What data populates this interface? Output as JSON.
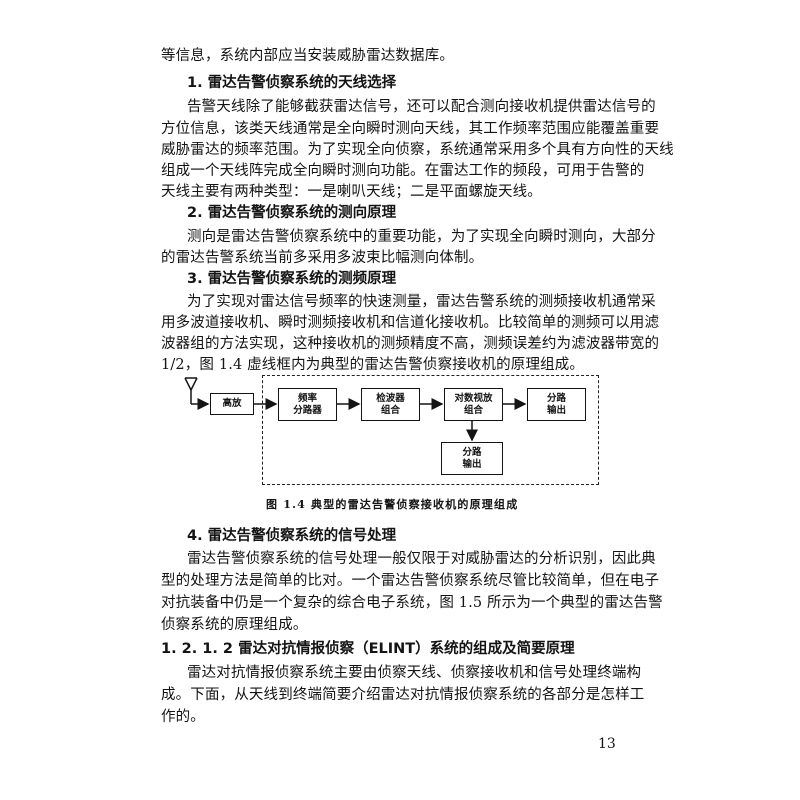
{
  "paragraphs": {
    "p0": [
      "等信息，系统内部应当安装威胁雷达数据库。"
    ],
    "h1": "1. 雷达告警侦察系统的天线选择",
    "p1": [
      "告警天线除了能够截获雷达信号，还可以配合测向接收机提供雷达信号的",
      "方位信息，该类天线通常是全向瞬时测向天线，其工作频率范围应能覆盖重要",
      "威胁雷达的频率范围。为了实现全向侦察，系统通常采用多个具有方向性的天线",
      "组成一个天线阵完成全向瞬时测向功能。在雷达工作的频段，可用于告警的",
      "天线主要有两种类型：一是喇叭天线；二是平面螺旋天线。"
    ],
    "h2": "2. 雷达告警侦察系统的测向原理",
    "p2": [
      "测向是雷达告警侦察系统中的重要功能，为了实现全向瞬时测向，大部分",
      "的雷达告警系统当前多采用多波束比幅测向体制。"
    ],
    "h3": "3. 雷达告警侦察系统的测频原理",
    "p3": [
      "为了实现对雷达信号频率的快速测量，雷达告警系统的测频接收机通常采",
      "用多波道接收机、瞬时测频接收机和信道化接收机。比较简单的测频可以用滤",
      "波器组的方法实现，这种接收机的测频精度不高，测频误差约为滤波器带宽的",
      "1/2，图 1.4 虚线框内为典型的雷达告警侦察接收机的原理组成。"
    ],
    "h4": "4. 雷达告警侦察系统的信号处理",
    "p4": [
      "雷达告警侦察系统的信号处理一般仅限于对威胁雷达的分析识别，因此典",
      "型的处理方法是简单的比对。一个雷达告警侦察系统尽管比较简单，但在电子",
      "对抗装备中仍是一个复杂的综合电子系统，图 1.5 所示为一个典型的雷达告警",
      "侦察系统的原理组成。"
    ],
    "h5": "1. 2. 1. 2   雷达对抗情报侦察（ELINT）系统的组成及简要原理",
    "p5": [
      "雷达对抗情报侦察系统主要由侦察天线、侦察接收机和信号处理终端构",
      "成。下面，从天线到终端简要介绍雷达对抗情报侦察系统的各部分是怎样工",
      "作的。"
    ]
  },
  "figure": {
    "caption": "图 1.4   典型的雷达告警侦察接收机的原理组成",
    "blocks": {
      "amp": "高放",
      "splitter_1": "频率",
      "splitter_2": "分路器",
      "detector_1": "检波器",
      "detector_2": "组合",
      "logvideo_1": "对数视放",
      "logvideo_2": "组合",
      "out_right_1": "分路",
      "out_right_2": "输出",
      "out_bottom_1": "分路",
      "out_bottom_2": "输出"
    }
  },
  "page_number": "13"
}
